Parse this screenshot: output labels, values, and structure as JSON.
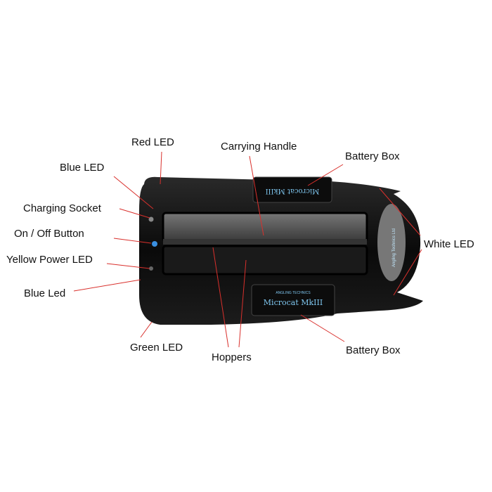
{
  "labels": {
    "red_led": "Red LED",
    "carrying_handle": "Carrying Handle",
    "battery_box_top": "Battery Box",
    "blue_led_top": "Blue LED",
    "charging_socket": "Charging Socket",
    "on_off_button": "On / Off Button",
    "white_led": "White LED",
    "yellow_power_led": "Yellow Power LED",
    "blue_led_bottom": "Blue Led",
    "green_led": "Green LED",
    "hoppers": "Hoppers",
    "battery_box_bottom": "Battery Box"
  },
  "product": {
    "brand": "ANGLING TECHNICS",
    "model": "Microcat MkIII",
    "company": "Angling Technics Ltd"
  },
  "colors": {
    "leader_line": "#d9302c",
    "hull": "#0d0d0d",
    "lcd_text": "#7fc7f0"
  }
}
